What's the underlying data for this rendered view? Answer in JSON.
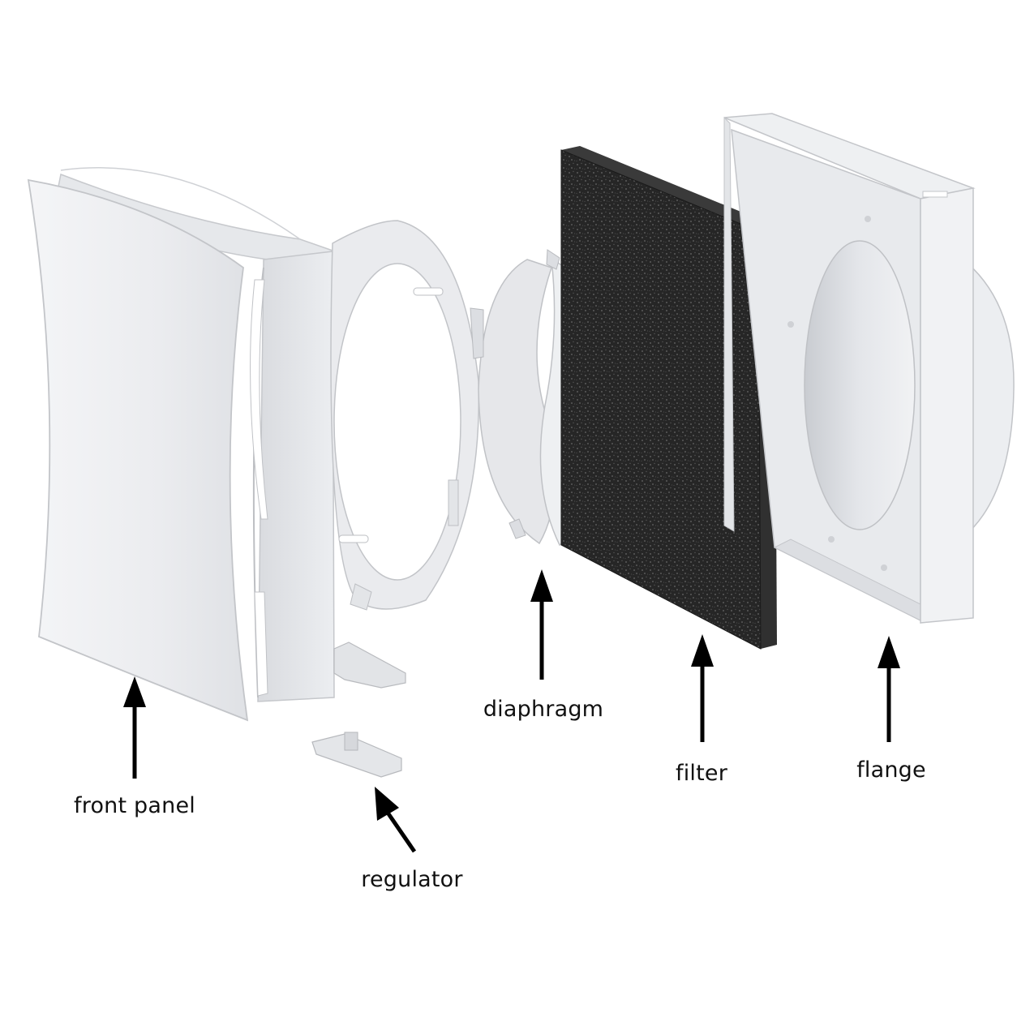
{
  "labels": {
    "front_panel": "front panel",
    "regulator": "regulator",
    "diaphragm": "diaphragm",
    "filter": "filter",
    "flange": "flange"
  },
  "colors": {
    "background": "#ffffff",
    "plastic": "#ececef",
    "plastic_shade": "#d6d8dc",
    "filter_foam": "#2b2b2b",
    "arrow": "#000000",
    "text": "#111111"
  }
}
